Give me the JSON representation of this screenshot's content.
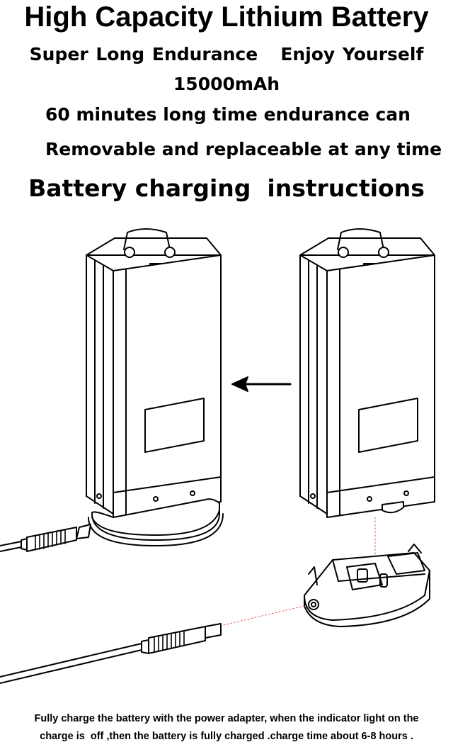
{
  "header": {
    "title": "High Capacity Lithium Battery",
    "subtitle_line1": "Super Long Endurance   Enjoy Yourself",
    "capacity": "15000mAh",
    "endurance_line": "60 minutes long time endurance can",
    "removable_line": "Removable and replaceable at any time"
  },
  "section": {
    "heading": "Battery charging  instructions"
  },
  "footer": {
    "line1": "Fully charge the battery with the power adapter, when the indicator light on the",
    "line2": "charge is  off ,then the battery is fully charged .charge time about 6-8 hours ."
  },
  "colors": {
    "ink": "#000000",
    "paper": "#ffffff",
    "guide_line": "#e06060"
  },
  "icons": {
    "arrow": "left-arrow-icon",
    "battery": "battery-pack-icon",
    "charger": "charging-base-icon",
    "plug": "dc-plug-icon"
  }
}
